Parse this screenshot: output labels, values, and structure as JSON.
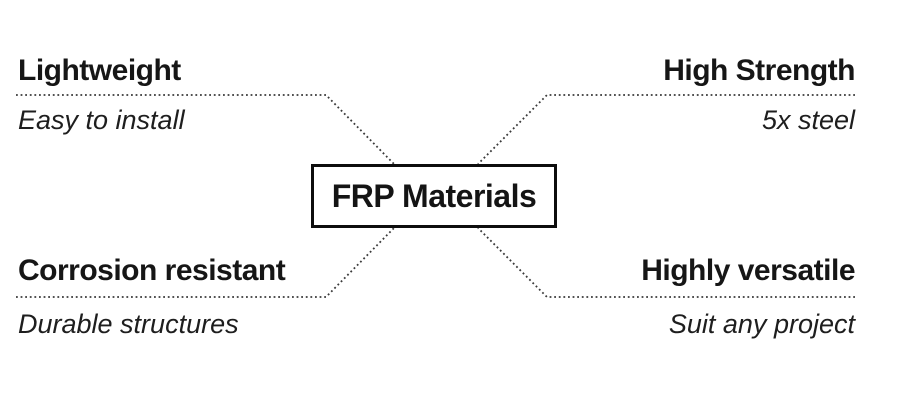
{
  "diagram": {
    "center": {
      "label": "FRP Materials"
    },
    "features": {
      "top_left": {
        "title": "Lightweight",
        "subtitle": "Easy to install"
      },
      "top_right": {
        "title": "High Strength",
        "subtitle": "5x steel"
      },
      "bottom_left": {
        "title": "Corrosion resistant",
        "subtitle": "Durable structures"
      },
      "bottom_right": {
        "title": "Highly versatile",
        "subtitle": "Suit any project"
      }
    },
    "colors": {
      "background": "#ffffff",
      "text": "#161616",
      "connector_line": "#3a3a3a",
      "box_border": "#0d0d0d"
    }
  }
}
